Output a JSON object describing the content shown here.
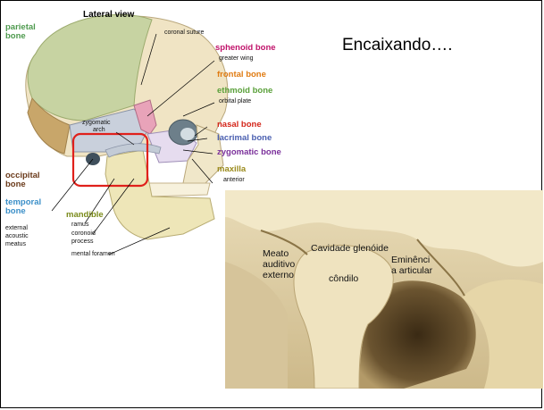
{
  "slide": {
    "title": "Encaixando….",
    "accent_red": "#e0201b"
  },
  "skull_diagram": {
    "heading": "Lateral view",
    "labels": {
      "parietal_1": "parietal",
      "parietal_2": "bone",
      "coronal_suture": "coronal suture",
      "sphenoid": "sphenoid bone",
      "greater_wing": "greater wing",
      "frontal": "frontal bone",
      "ethmoid": "ethmoid bone",
      "orbital_plate": "orbital plate",
      "zygomatic_arch_1": "zygomatic",
      "zygomatic_arch_2": "arch",
      "nasal": "nasal bone",
      "lacrimal": "lacrimal bone",
      "zygomatic_bone": "zygomatic bone",
      "maxilla": "maxilla",
      "anterior": "anterior",
      "occipital_1": "occipital",
      "occipital_2": "bone",
      "temporal_1": "temporal",
      "temporal_2": "bone",
      "external_1": "external",
      "external_2": "acoustic",
      "external_3": "meatus",
      "mandible": "mandible",
      "ramus": "ramus",
      "coronoid_1": "coronoid",
      "coronoid_2": "process",
      "mental_foramen": "mental foramen"
    },
    "colors": {
      "parietal": "#4e9a4e",
      "sphenoid": "#c0126a",
      "frontal": "#e07b12",
      "ethmoid": "#5aa03a",
      "nasal": "#d4261a",
      "lacrimal": "#4a5fb0",
      "zygomatic": "#7a2f9a",
      "maxilla": "#9a8a1a",
      "occipital": "#6a3a1a",
      "temporal": "#3b8fc8",
      "mandible": "#7a8a1a"
    }
  },
  "photo": {
    "labels": {
      "meato_1": "Meato",
      "meato_2": "auditivo",
      "meato_3": "externo",
      "cavidade": "Cavidade glenóide",
      "eminencia_1": "Eminênci",
      "eminencia_2": "a articular",
      "condilo": "côndilo"
    }
  }
}
